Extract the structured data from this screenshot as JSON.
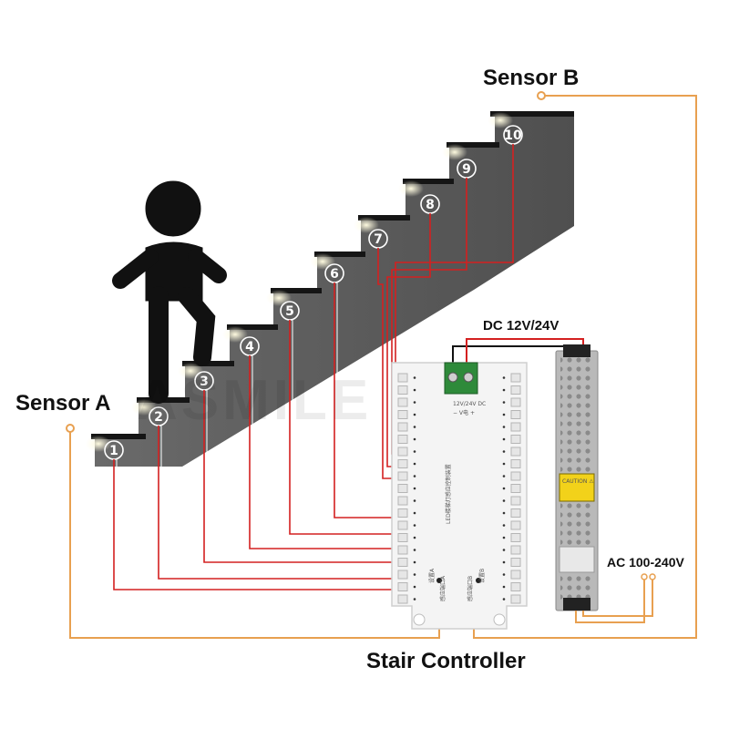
{
  "labels": {
    "sensor_a": "Sensor A",
    "sensor_b": "Sensor B",
    "dc_voltage": "DC 12V/24V",
    "ac_voltage": "AC 100-240V",
    "controller": "Stair Controller",
    "watermark": "ASMILE"
  },
  "steps": [
    "1",
    "2",
    "3",
    "4",
    "5",
    "6",
    "7",
    "8",
    "9",
    "10"
  ],
  "controller_text": {
    "title_line": "LED楼梯灯感应控制装置",
    "terminal_label": "12V/24V DC",
    "polarity": "− V电 +",
    "sensor_port_a": "感应端口A",
    "sensor_port_b": "感应端口B",
    "set_a": "设置A",
    "set_b": "设置B"
  },
  "psu_text": {
    "caution": "CAUTION ⚠"
  },
  "colors": {
    "stairs": "#5f5f5f",
    "wire_red": "#d42020",
    "wire_orange": "#e8a050",
    "step_light": "#fff6cc",
    "person": "#111111"
  }
}
